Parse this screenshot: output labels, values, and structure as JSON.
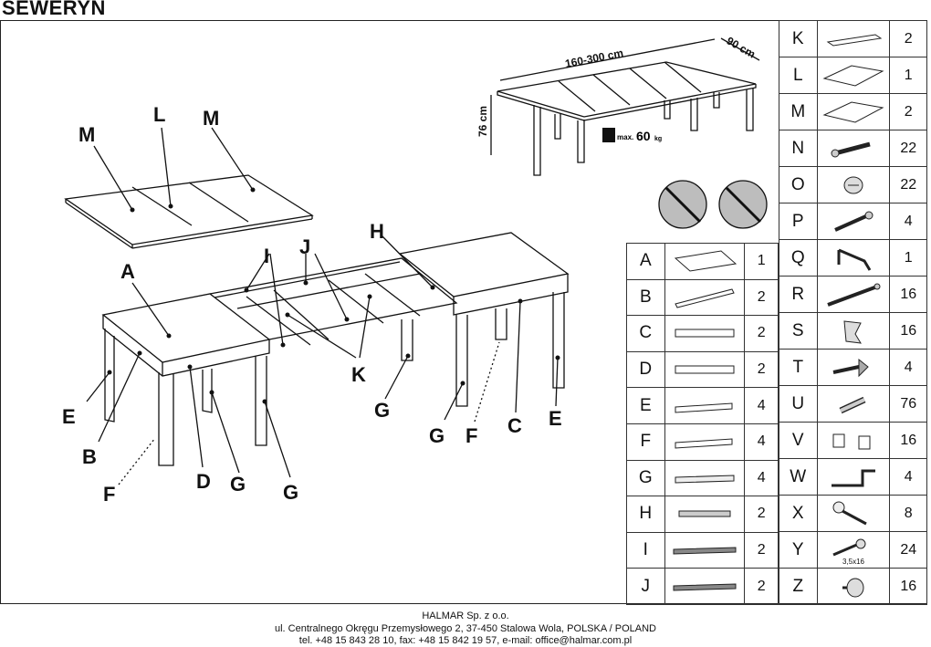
{
  "title": "SEWERYN",
  "dimensions": {
    "length": "160-300 cm",
    "depth": "90 cm",
    "height": "76 cm",
    "max_load": "max.",
    "max_value": "60",
    "max_unit": "kg"
  },
  "labels": {
    "A": "A",
    "B": "B",
    "C": "C",
    "D": "D",
    "E": "E",
    "F": "F",
    "G": "G",
    "H": "H",
    "I": "I",
    "J": "J",
    "K": "K",
    "L": "L",
    "M": "M"
  },
  "parts_left": [
    {
      "letter": "A",
      "qty": "1",
      "icon": "tabletop-icon"
    },
    {
      "letter": "B",
      "qty": "2",
      "icon": "side-rail-icon"
    },
    {
      "letter": "C",
      "qty": "2",
      "icon": "rail-icon"
    },
    {
      "letter": "D",
      "qty": "2",
      "icon": "rail-icon"
    },
    {
      "letter": "E",
      "qty": "4",
      "icon": "board-icon"
    },
    {
      "letter": "F",
      "qty": "4",
      "icon": "board-icon"
    },
    {
      "letter": "G",
      "qty": "4",
      "icon": "leg-icon"
    },
    {
      "letter": "H",
      "qty": "2",
      "icon": "slat-icon"
    },
    {
      "letter": "I",
      "qty": "2",
      "icon": "slide-icon"
    },
    {
      "letter": "J",
      "qty": "2",
      "icon": "slide-icon"
    }
  ],
  "parts_right": [
    {
      "letter": "K",
      "qty": "2",
      "icon": "panel-icon"
    },
    {
      "letter": "L",
      "qty": "1",
      "icon": "leaf-icon"
    },
    {
      "letter": "M",
      "qty": "2",
      "icon": "leaf-icon"
    },
    {
      "letter": "N",
      "qty": "22",
      "icon": "connector-bolt-icon"
    },
    {
      "letter": "O",
      "qty": "22",
      "icon": "cam-lock-icon"
    },
    {
      "letter": "P",
      "qty": "4",
      "icon": "screw-icon"
    },
    {
      "letter": "Q",
      "qty": "1",
      "icon": "allen-key-icon"
    },
    {
      "letter": "R",
      "qty": "16",
      "icon": "long-bolt-icon"
    },
    {
      "letter": "S",
      "qty": "16",
      "icon": "bracket-icon"
    },
    {
      "letter": "T",
      "qty": "4",
      "icon": "wing-bolt-icon"
    },
    {
      "letter": "U",
      "qty": "76",
      "icon": "dowel-icon"
    },
    {
      "letter": "V",
      "qty": "16",
      "icon": "plug-icon"
    },
    {
      "letter": "W",
      "qty": "4",
      "icon": "angle-bracket-icon"
    },
    {
      "letter": "X",
      "qty": "8",
      "icon": "key-icon"
    },
    {
      "letter": "Y",
      "qty": "24",
      "icon": "wood-screw-icon",
      "caption": "3,5x16"
    },
    {
      "letter": "Z",
      "qty": "16",
      "icon": "foot-pad-icon"
    }
  ],
  "footer": {
    "company": "HALMAR Sp. z o.o.",
    "address": "ul. Centralnego Okręgu Przemysłowego 2, 37-450 Stalowa Wola, POLSKA / POLAND",
    "contact": "tel. +48 15 843 28 10, fax: +48 15 842 19 57, e-mail: office@halmar.com.pl"
  }
}
